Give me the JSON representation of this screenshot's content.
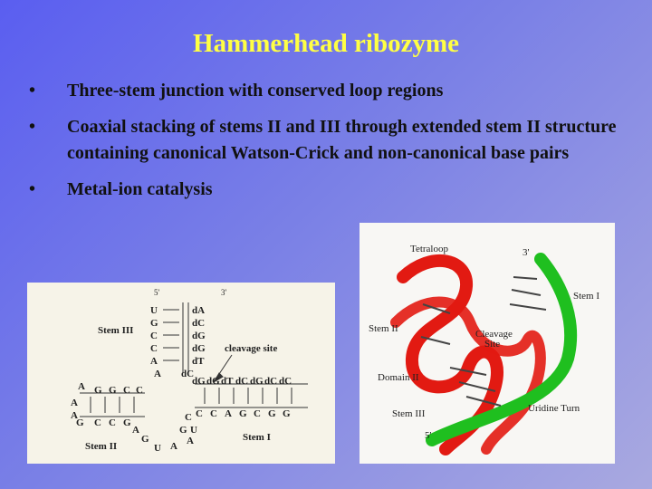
{
  "title": "Hammerhead ribozyme",
  "bullets": [
    {
      "symbol": "•",
      "text": "Three-stem junction with conserved loop regions"
    },
    {
      "symbol": "•",
      "text": "Coaxial stacking of stems II and III through extended stem II structure containing canonical Watson-Crick and non-canonical base pairs"
    },
    {
      "symbol": "•",
      "text": "Metal-ion catalysis"
    }
  ],
  "figure_left": {
    "labels": {
      "stem3": "Stem III",
      "stem2": "Stem II",
      "stem1": "Stem I",
      "cleavage": "cleavage site",
      "five": "5'",
      "three": "3'"
    }
  },
  "figure_right": {
    "labels": {
      "tetraloop": "Tetraloop",
      "stem1": "Stem I",
      "stem2": "Stem II",
      "domain2": "Domain II",
      "cleavage1": "Cleavage",
      "cleavage2": "Site",
      "uridine": "Uridine Turn",
      "stem3": "Stem III",
      "three": "3'",
      "five": "5'"
    }
  },
  "colors": {
    "title": "#ffff44",
    "strand_red": "#e21a12",
    "strand_green": "#1fbf1f"
  }
}
